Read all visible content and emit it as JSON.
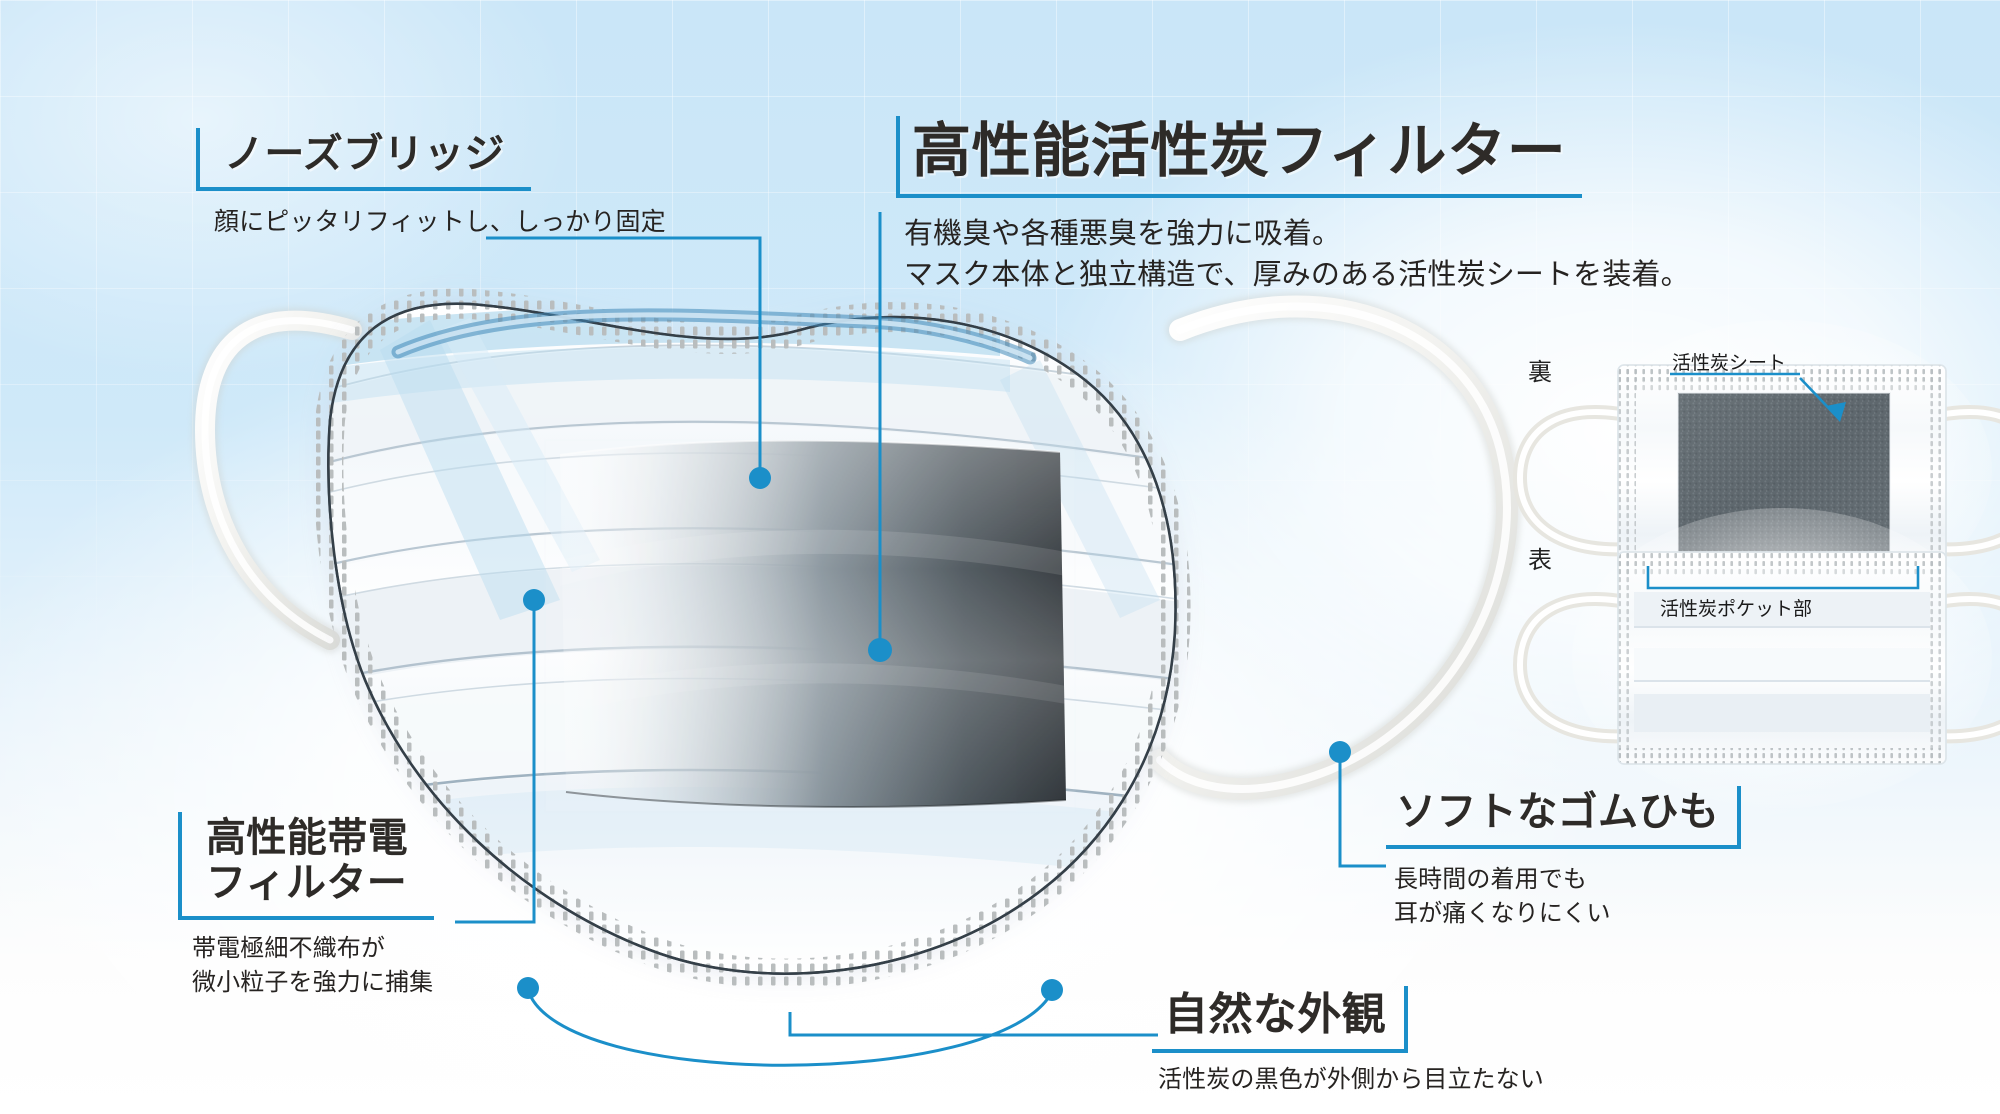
{
  "theme": {
    "accent": "#1b8fc9",
    "line": "#1b8fc9",
    "text_dark": "#2e2b28",
    "bg_top": "#cae6f8",
    "bg_bottom": "#ffffff"
  },
  "callouts": [
    {
      "id": "nose-bridge",
      "title": "ノーズブリッジ",
      "desc": "顔にピッタリフィットし、しっかり固定"
    },
    {
      "id": "carbon-filter",
      "title": "高性能活性炭フィルター",
      "desc": "有機臭や各種悪臭を強力に吸着。\nマスク本体と独立構造で、厚みのある活性炭シートを装着。"
    },
    {
      "id": "electrostatic-filter",
      "title": "高性能帯電\nフィルター",
      "desc": "帯電極細不織布が\n微小粒子を強力に捕集"
    },
    {
      "id": "soft-earloop",
      "title": "ソフトなゴムひも",
      "desc": "長時間の着用でも\n耳が痛くなりにくい"
    },
    {
      "id": "natural-look",
      "title": "自然な外観",
      "desc": "活性炭の黒色が外側から目立たない"
    }
  ],
  "inset": {
    "back_label": "裏",
    "front_label": "表",
    "sheet_caption": "活性炭シート",
    "pocket_caption": "活性炭ポケット部"
  }
}
